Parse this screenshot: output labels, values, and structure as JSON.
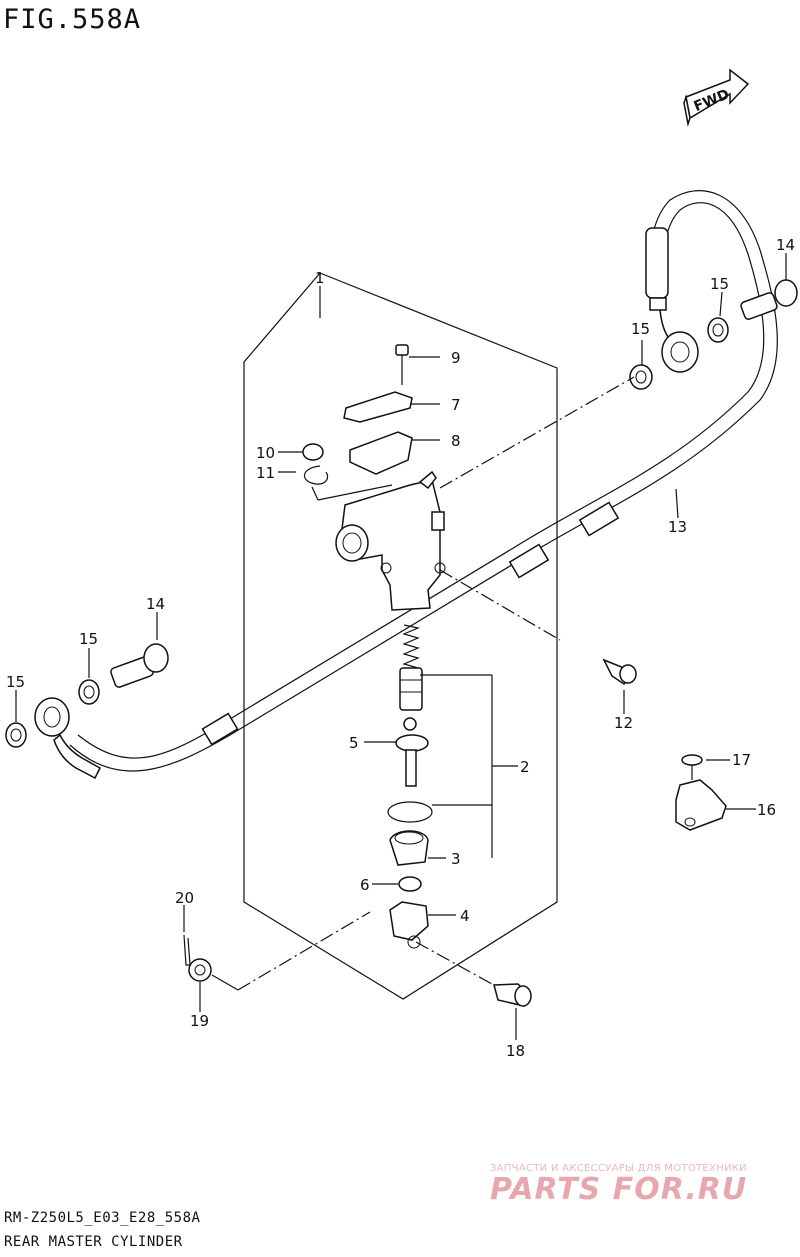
{
  "figure": {
    "title": "FIG.558A",
    "fwd_label": "FWD"
  },
  "callouts": [
    "1",
    "2",
    "3",
    "4",
    "5",
    "6",
    "7",
    "8",
    "9",
    "10",
    "11",
    "12",
    "13",
    "14",
    "14",
    "15",
    "15",
    "15",
    "15",
    "16",
    "17",
    "18",
    "19",
    "20"
  ],
  "footer": {
    "model_code": "RM-Z250L5_E03_E28_558A",
    "section_name": "REAR MASTER CYLINDER"
  },
  "watermark": {
    "tagline": "ЗАПЧАСТИ И АКСЕССУАРЫ ДЛЯ МОТОТЕХНИКИ",
    "logo": "PARTS FOR.RU"
  }
}
